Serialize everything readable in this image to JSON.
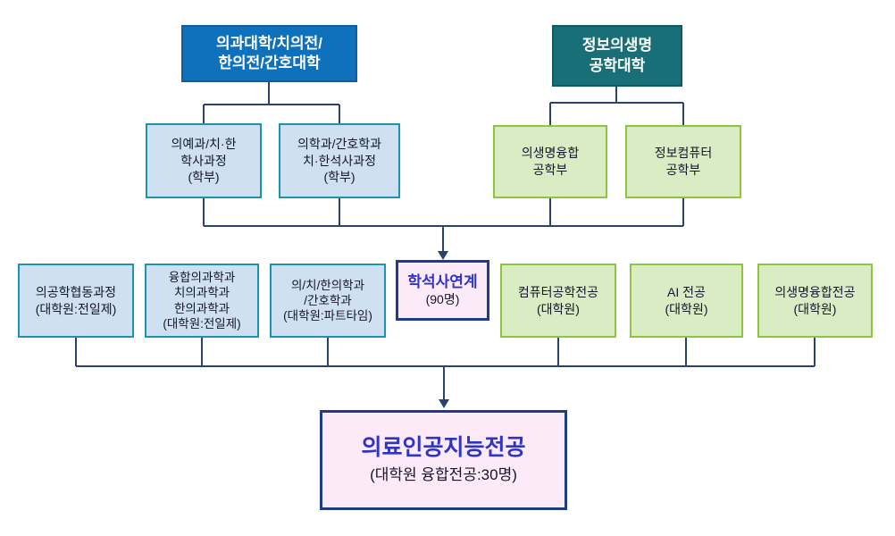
{
  "colors": {
    "line_color": "#2b4170",
    "blue_fill": "#0f70bb",
    "blue_border": "#0d5fa4",
    "teal_fill": "#186f78",
    "teal_border": "#115a62",
    "ltblue_fill": "#cfe0f2",
    "ltblue_border": "#1d93b2",
    "green_fill": "#d9ecc4",
    "green_border": "#8cc63f",
    "pink_fill": "#fdeaf8",
    "pink_border": "#1e3c87",
    "accent_blue_text": "#2f34c4",
    "dark_text": "#15152c"
  },
  "nodes": {
    "medical_college": {
      "label": "의과대학/치의전/\n한의전/간호대학"
    },
    "info_bio_college": {
      "label": "정보의생명\n공학대학"
    },
    "premed_undergrad": {
      "label": "의예과/치·한\n학사과정\n(학부)"
    },
    "med_nursing_undergrad": {
      "label": "의학과/간호학과\n치·한석사과정\n(학부)"
    },
    "biomed_conv_dept": {
      "label": "의생명융합\n공학부"
    },
    "info_computer_dept": {
      "label": "정보컴퓨터\n공학부"
    },
    "biomedeng_coop": {
      "label": "의공학협동과정\n(대학원:전일제)"
    },
    "conv_med_science": {
      "label": "융합의과학과\n치의과학과\n한의과학과\n(대학원:전일제)"
    },
    "med_dent_korean_nursing": {
      "label": "의/치/한의학과\n/간호학과\n(대학원:파트타임)"
    },
    "bs_ms_linked": {
      "title": "학석사연계",
      "subtitle": "(90명)"
    },
    "computer_eng_major": {
      "label": "컴퓨터공학전공\n(대학원)"
    },
    "ai_major": {
      "label": "AI 전공\n(대학원)"
    },
    "biomed_conv_major": {
      "label": "의생명융합전공\n(대학원)"
    },
    "medical_ai_major": {
      "title": "의료인공지능전공",
      "subtitle": "(대학원 융합전공:30명)"
    }
  }
}
